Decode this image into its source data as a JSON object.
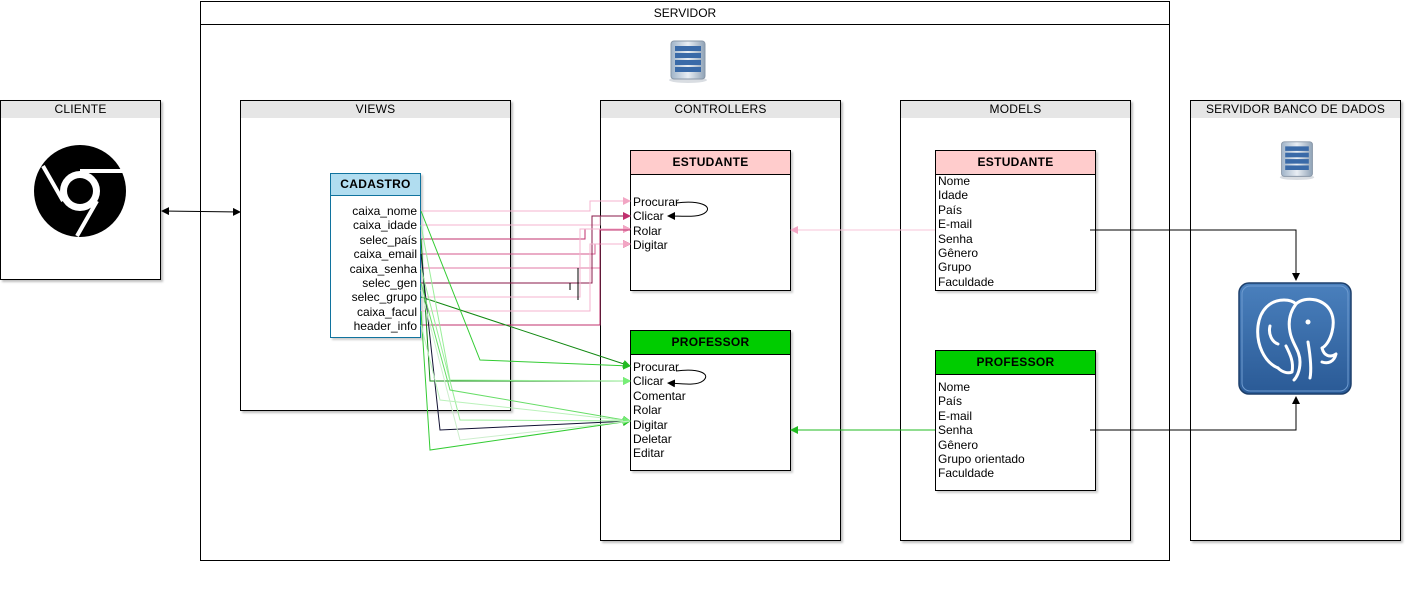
{
  "colors": {
    "pool_header": "#e6e6e6",
    "estudante_header": "#ffcccc",
    "professor_header": "#00cc00",
    "cadastro_header": "#b1ddf0",
    "cadastro_border": "#10739e",
    "postgres_blue": "#336791"
  },
  "servidor": {
    "title": "SERVIDOR",
    "icon": "server-rack-icon"
  },
  "cliente": {
    "title": "CLIENTE",
    "icon": "chrome-icon"
  },
  "views": {
    "title": "VIEWS",
    "cadastro": {
      "title": "CADASTRO",
      "fields": [
        "caixa_nome",
        "caixa_idade",
        "selec_país",
        "caixa_email",
        "caixa_senha",
        "selec_gen",
        "selec_grupo",
        "caixa_facul",
        "header_info"
      ]
    }
  },
  "controllers": {
    "title": "CONTROLLERS",
    "estudante": {
      "title": "ESTUDANTE",
      "actions": [
        "Procurar",
        "Clicar",
        "Rolar",
        "Digitar"
      ]
    },
    "professor": {
      "title": "PROFESSOR",
      "actions": [
        "Procurar",
        "Clicar",
        "Comentar",
        "Rolar",
        "Digitar",
        "Deletar",
        "Editar"
      ]
    }
  },
  "models": {
    "title": "MODELS",
    "estudante": {
      "title": "ESTUDANTE",
      "fields": [
        "Nome",
        "Idade",
        "País",
        "E-mail",
        "Senha",
        "Gênero",
        "Grupo",
        "Faculdade"
      ]
    },
    "professor": {
      "title": "PROFESSOR",
      "fields": [
        "Nome",
        "País",
        "E-mail",
        "Senha",
        "Gênero",
        "Grupo orientado",
        "Faculdade"
      ]
    }
  },
  "banco": {
    "title": "SERVIDOR BANCO DE DADOS",
    "icon": "server-rack-icon",
    "db_icon": "postgresql-elephant-icon"
  }
}
